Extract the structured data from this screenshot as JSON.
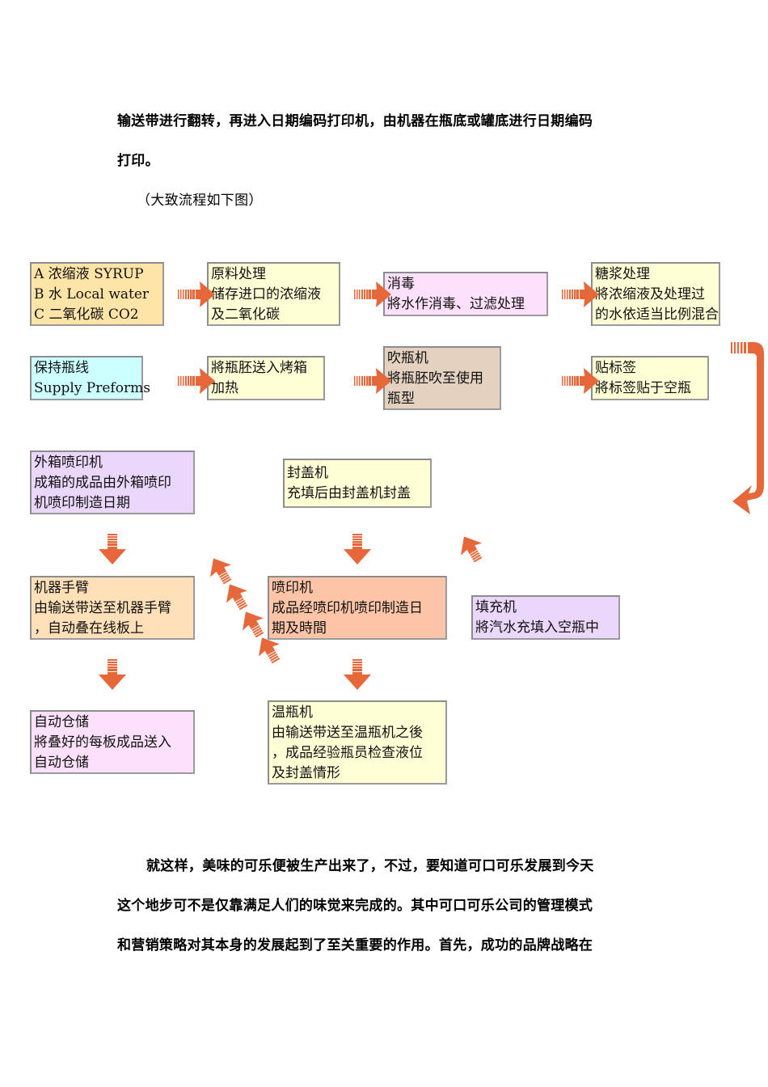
{
  "top_paragraph": {
    "line1": "输送带进行翻转，再进入日期编码打印机，由机器在瓶底或罐底进行日期编码",
    "line2": "打印。",
    "caption": "（大致流程如下图）"
  },
  "flowchart": {
    "arrow_color": "#e5673a",
    "boxes": {
      "ingredients": {
        "color": "#ffe4a8",
        "lines": [
          "A 浓缩液  SYRUP",
          "B 水  Local water",
          "C 二氧化碳    CO2"
        ]
      },
      "raw_processing": {
        "color": "#ffffd6",
        "lines": [
          "原料处理",
          "储存进口的浓缩液",
          "及二氧化碳"
        ]
      },
      "disinfection": {
        "color": "#fde0fb",
        "lines": [
          "消毒",
          "將水作消毒、过滤处理"
        ]
      },
      "syrup_processing": {
        "color": "#ffffd6",
        "lines": [
          "糖浆处理",
          "將浓缩液及处理过",
          "的水依适当比例混合"
        ]
      },
      "preforms": {
        "color": "#ccffff",
        "lines": [
          "保持瓶线",
          "Supply Preforms"
        ]
      },
      "oven": {
        "color": "#ffffd6",
        "lines": [
          "將瓶胚送入烤箱",
          "加热"
        ]
      },
      "blow_molding": {
        "color": "#e4d1c0",
        "lines": [
          "吹瓶机",
          "將瓶胚吹至使用",
          "瓶型"
        ]
      },
      "labeling": {
        "color": "#ffffd6",
        "lines": [
          "贴标签",
          "將标签贴于空瓶"
        ]
      },
      "carton_printer": {
        "color": "#ead7fb",
        "lines": [
          "外箱喷印机",
          "成箱的成品由外箱喷印",
          "机喷印制造日期"
        ]
      },
      "capping": {
        "color": "#ffffd6",
        "lines": [
          "封盖机",
          "充填后由封盖机封盖"
        ]
      },
      "robot_arm": {
        "color": "#ffe0b8",
        "lines": [
          "机器手臂",
          "由输送带送至机器手臂",
          "，自动叠在线板上"
        ]
      },
      "inkjet_printer": {
        "color": "#fdc4a8",
        "lines": [
          "喷印机",
          "成品经喷印机喷印制造日",
          "期及時間"
        ]
      },
      "filling": {
        "color": "#ead7fb",
        "lines": [
          "填充机",
          "將汽水充填入空瓶中"
        ]
      },
      "auto_storage": {
        "color": "#fde0fb",
        "lines": [
          "自动仓储",
          "將叠好的每板成品送入",
          "自动仓储"
        ]
      },
      "warmer": {
        "color": "#ffffd6",
        "lines": [
          "温瓶机",
          "由输送带送至温瓶机之後",
          "，成品经验瓶员检查液位",
          "及封盖情形"
        ]
      }
    }
  },
  "bottom_paragraph": {
    "line1": "就这样，美味的可乐便被生产出来了，不过，要知道可口可乐发展到今天",
    "line2": "这个地步可不是仅靠满足人们的味觉来完成的。其中可口可乐公司的管理模式",
    "line3": "和营销策略对其本身的发展起到了至关重要的作用。首先，成功的品牌战略在"
  }
}
